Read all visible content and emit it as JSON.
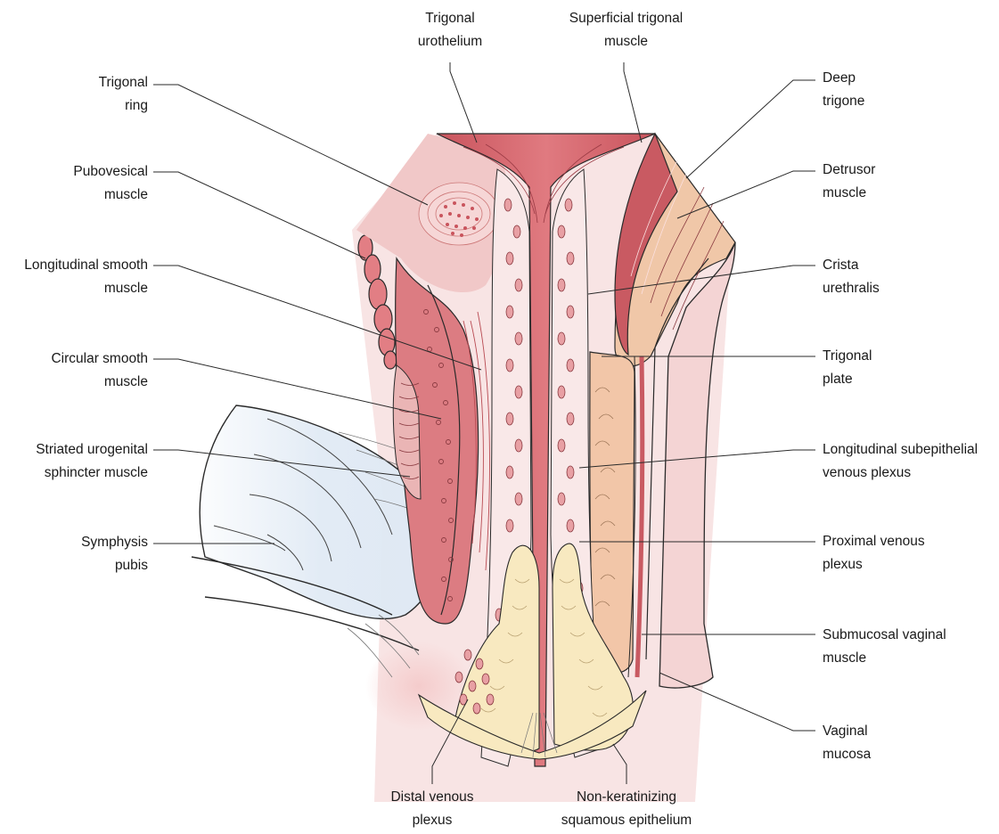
{
  "labels": {
    "trigonal_urothelium": [
      "Trigonal",
      "urothelium"
    ],
    "superficial_trigonal_muscle": [
      "Superficial trigonal",
      "muscle"
    ],
    "trigonal_ring": [
      "Trigonal",
      "ring"
    ],
    "pubovesical_muscle": [
      "Pubovesical",
      "muscle"
    ],
    "longitudinal_smooth_muscle": [
      "Longitudinal smooth",
      "muscle"
    ],
    "circular_smooth_muscle": [
      "Circular smooth",
      "muscle"
    ],
    "striated_urogenital_sphincter": [
      "Striated urogenital",
      "sphincter muscle"
    ],
    "symphysis_pubis": [
      "Symphysis",
      "pubis"
    ],
    "deep_trigone": [
      "Deep",
      "trigone"
    ],
    "detrusor_muscle": [
      "Detrusor",
      "muscle"
    ],
    "crista_urethralis": [
      "Crista",
      "urethralis"
    ],
    "trigonal_plate": [
      "Trigonal",
      "plate"
    ],
    "longitudinal_subepithelial_plexus": [
      "Longitudinal subepithelial",
      "venous plexus"
    ],
    "proximal_venous_plexus": [
      "Proximal venous",
      "plexus"
    ],
    "submucosal_vaginal_muscle": [
      "Submucosal vaginal",
      "muscle"
    ],
    "vaginal_mucosa": [
      "Vaginal",
      "mucosa"
    ],
    "distal_venous_plexus": [
      "Distal venous",
      "plexus"
    ],
    "non_keratinizing_epithelium": [
      "Non-keratinizing",
      "squamous epithelium"
    ]
  },
  "colors": {
    "urethral_muscle": "#d86a72",
    "muscle_light": "#efc3c3",
    "tissue_pale": "#f6dede",
    "trigonal_plate": "#f2c6a8",
    "epithelium_cream": "#f8e9c0",
    "bone_blue": "#dfe9f4",
    "detrusor": "#c95a62",
    "outline": "#2a2a2a"
  }
}
